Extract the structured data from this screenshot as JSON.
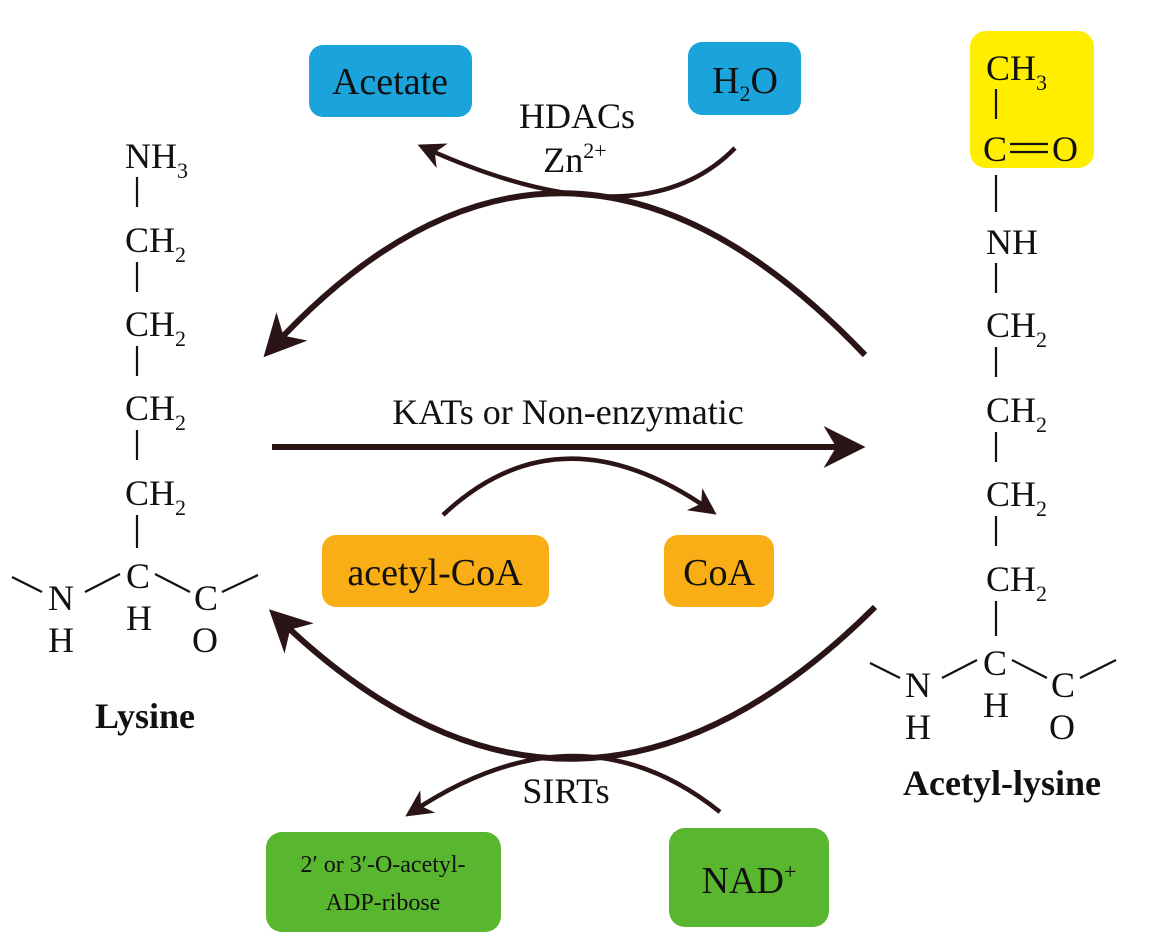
{
  "colors": {
    "blue_box": "#1ba4dc",
    "yellow_box": "#ffee00",
    "orange_box": "#f9ae15",
    "green_box": "#58b72f",
    "arrow": "#2a1416",
    "text": "#111111"
  },
  "boxes": {
    "acetate": "Acetate",
    "water": "H2O",
    "acetyl_coa": "acetyl-CoA",
    "coa": "CoA",
    "nad": "NAD+",
    "adp_ribose_line1": "2′ or 3′-O-acetyl-",
    "adp_ribose_line2": "ADP-ribose"
  },
  "enzymes": {
    "hdacs": "HDACs",
    "zn": "Zn2+",
    "kats": "KATs or Non-enzymatic",
    "sirts": "SIRTs"
  },
  "lysine": {
    "name": "Lysine",
    "nh3": "NH3",
    "ch2": "CH2",
    "n": "N",
    "h": "H",
    "c": "C",
    "o": "O"
  },
  "acetyl_lysine": {
    "name": "Acetyl-lysine",
    "ch3": "CH3",
    "c": "C",
    "o": "O",
    "nh": "NH",
    "ch2": "CH2",
    "n": "N",
    "h": "H"
  }
}
